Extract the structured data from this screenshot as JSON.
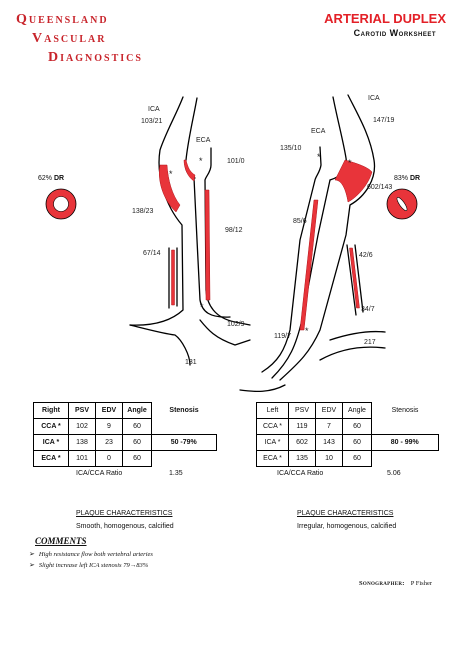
{
  "header": {
    "logo_line1": "Queensland",
    "logo_line2": "Vascular",
    "logo_line3": "Diagnostics",
    "title": "ARTERIAL DUPLEX",
    "subtitle": "Carotid Worksheet"
  },
  "diagram": {
    "right": {
      "ica": "ICA",
      "ica_v": "103/21",
      "eca": "ECA",
      "eca_v": "101/0",
      "bulb_v": "138/23",
      "cca_mid_v": "98/12",
      "vert_v": "67/14",
      "cca_low_v": "102/9",
      "subclavian_v": "131",
      "dr_percent": "62%",
      "dr_label": "DR"
    },
    "left": {
      "ica": "ICA",
      "ica_v": "147/19",
      "eca": "ECA",
      "eca_v": "135/10",
      "bulb_v": "602/143",
      "cca_mid_v": "85/6",
      "vert_v": "42/6",
      "vert2_v": "34/7",
      "cca_low_v": "119/7",
      "subclavian_v": "217",
      "dr_percent": "83%",
      "dr_label": "DR"
    },
    "plaque_marker": "*",
    "plaque_color": "#e8343a"
  },
  "right_table": {
    "headers": [
      "Right",
      "PSV",
      "EDV",
      "Angle"
    ],
    "stenosis_header": "Stenosis",
    "rows": [
      {
        "vessel": "CCA *",
        "psv": "102",
        "edv": "9",
        "angle": "60"
      },
      {
        "vessel": "ICA *",
        "psv": "138",
        "edv": "23",
        "angle": "60"
      },
      {
        "vessel": "ECA *",
        "psv": "101",
        "edv": "0",
        "angle": "60"
      }
    ],
    "stenosis": "50 -79%",
    "ratio_label": "ICA/CCA Ratio",
    "ratio_value": "1.35"
  },
  "left_table": {
    "headers": [
      "Left",
      "PSV",
      "EDV",
      "Angle"
    ],
    "stenosis_header": "Stenosis",
    "rows": [
      {
        "vessel": "CCA *",
        "psv": "119",
        "edv": "7",
        "angle": "60"
      },
      {
        "vessel": "ICA *",
        "psv": "602",
        "edv": "143",
        "angle": "60"
      },
      {
        "vessel": "ECA *",
        "psv": "135",
        "edv": "10",
        "angle": "60"
      }
    ],
    "stenosis": "80 - 99%",
    "ratio_label": "ICA/CCA Ratio",
    "ratio_value": "5.06"
  },
  "plaque": {
    "heading": "PLAQUE CHARACTERISTICS",
    "right_text": "Smooth, homogenous, calcified",
    "left_text": "Irregular, homogenous, calcified"
  },
  "comments": {
    "heading": "COMMENTS",
    "items": [
      "High resistance flow both vertebral arteries",
      "Slight increase left ICA stenosis 79→83%"
    ]
  },
  "sonographer": {
    "label": "Sonographer:",
    "name": "P Fisher"
  }
}
